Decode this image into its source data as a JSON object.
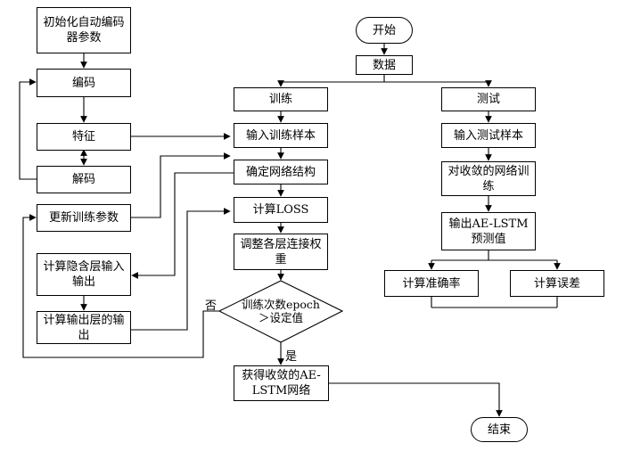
{
  "nodes": {
    "init_params": "初始化自动编码器参数",
    "encode": "编码",
    "feature": "特征",
    "decode": "解码",
    "update_params": "更新训练参数",
    "calc_hidden": "计算隐含层输入输出",
    "calc_output": "计算输出层的输出",
    "start": "开始",
    "data": "数据",
    "train": "训练",
    "input_train": "输入训练样本",
    "net_struct": "确定网络结构",
    "calc_loss": "计算LOSS",
    "adjust_weights": "调整各层连接权重",
    "decision": "训练次数epoch＞设定值",
    "converged": "获得收敛的AE-LSTM网络",
    "test": "测试",
    "input_test": "输入测试样本",
    "train_converged": "对收敛的网络训练",
    "predict": "输出AE-LSTM预测值",
    "accuracy": "计算准确率",
    "error": "计算误差",
    "end": "结束"
  },
  "labels": {
    "no": "否",
    "yes": "是"
  }
}
